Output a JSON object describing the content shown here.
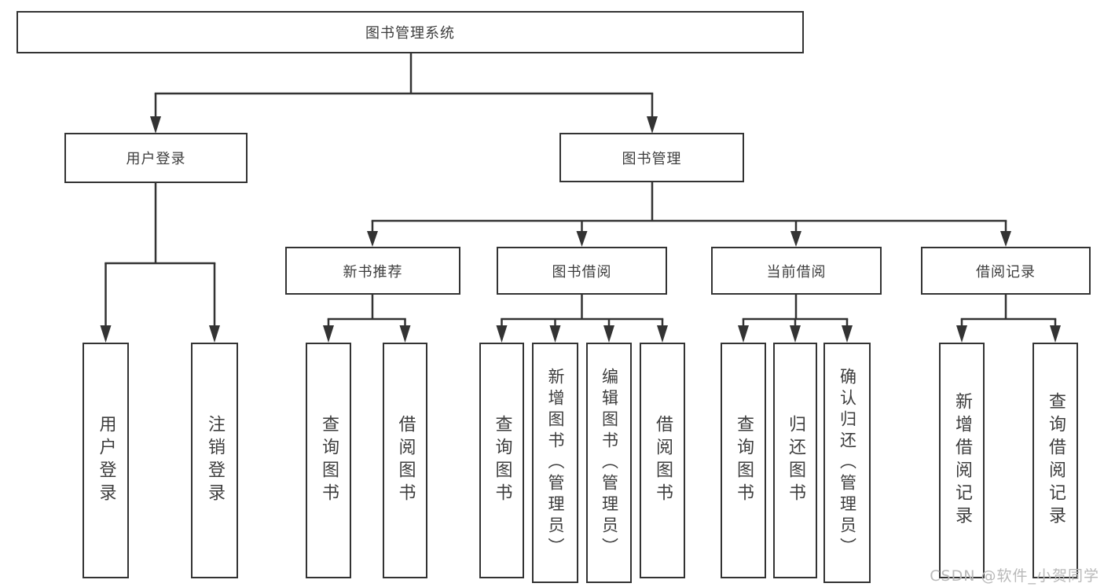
{
  "diagram": {
    "title": "图书管理系统",
    "root": {
      "label": "图书管理系统"
    },
    "level2": [
      {
        "label": "用户登录"
      },
      {
        "label": "图书管理"
      }
    ],
    "level3": [
      {
        "label": "新书推荐"
      },
      {
        "label": "图书借阅"
      },
      {
        "label": "当前借阅"
      },
      {
        "label": "借阅记录"
      }
    ],
    "leaves": {
      "user_login": [
        {
          "label": "用户登录"
        },
        {
          "label": "注销登录"
        }
      ],
      "new_books": [
        {
          "label": "查询图书"
        },
        {
          "label": "借阅图书"
        }
      ],
      "book_borrow": [
        {
          "label": "查询图书"
        },
        {
          "label": "新增图书（管理员）"
        },
        {
          "label": "编辑图书（管理员）"
        },
        {
          "label": "借阅图书"
        }
      ],
      "current_borrow": [
        {
          "label": "查询图书"
        },
        {
          "label": "归还图书"
        },
        {
          "label": "确认归还（管理员）"
        }
      ],
      "borrow_records": [
        {
          "label": "新增借阅记录"
        },
        {
          "label": "查询借阅记录"
        }
      ]
    }
  },
  "watermark": {
    "text": "CSDN @软件_小贺同学"
  },
  "colors": {
    "line": "#333333",
    "text": "#3d3d3d",
    "watermark": "#b9b9b9",
    "background": "#ffffff"
  }
}
